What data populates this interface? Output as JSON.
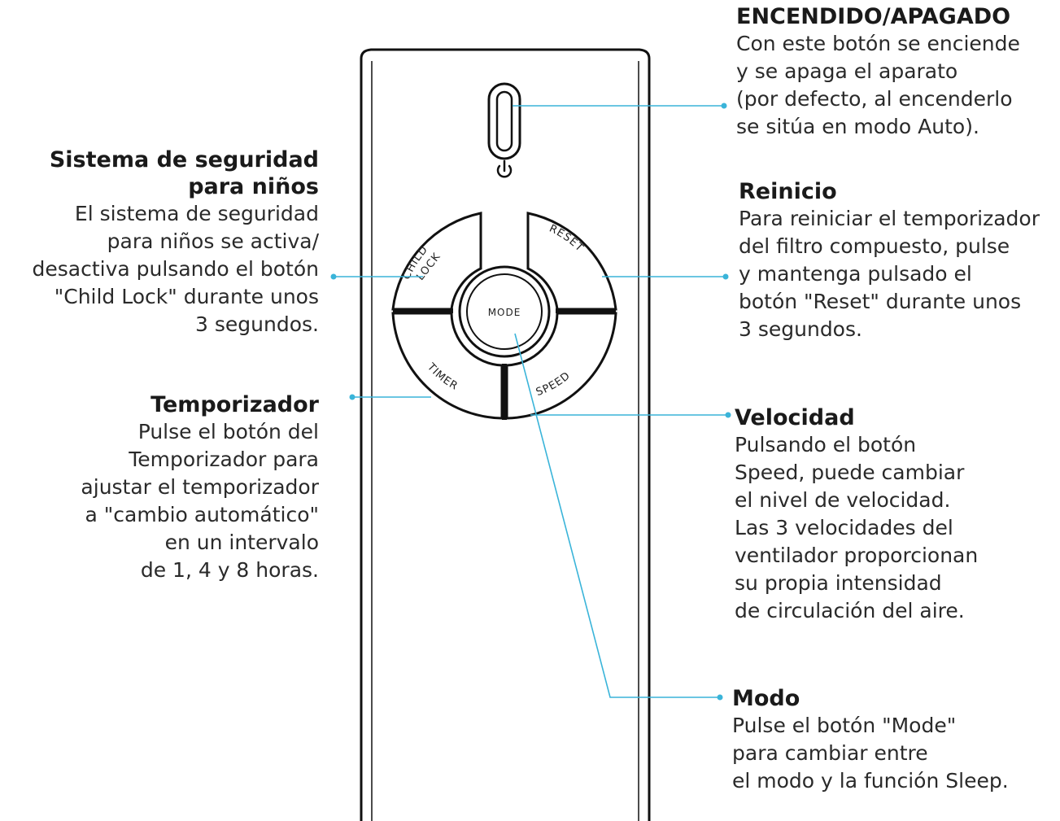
{
  "remote": {
    "buttons": {
      "child_lock_line1": "CHILD",
      "child_lock_line2": "LOCK",
      "reset": "RESET",
      "mode": "MODE",
      "timer": "TIMER",
      "speed": "SPEED"
    },
    "power_icon": "power-icon"
  },
  "callouts": {
    "power": {
      "title": "ENCENDIDO/APAGADO",
      "text": "Con este botón se enciende\ny se apaga el aparato\n(por defecto, al encenderlo\nse sitúa en modo Auto)."
    },
    "child_lock": {
      "title": "Sistema de seguridad\npara niños",
      "text": "El sistema de seguridad\npara niños se activa/\ndesactiva pulsando el botón\n\"Child Lock\" durante unos\n3 segundos."
    },
    "reset": {
      "title": "Reinicio",
      "text": "Para reiniciar el temporizador\ndel filtro compuesto, pulse\ny mantenga pulsado el\nbotón \"Reset\" durante unos\n3 segundos."
    },
    "timer": {
      "title": "Temporizador",
      "text": "Pulse el botón del\nTemporizador para\najustar el temporizador\na \"cambio automático\"\nen un intervalo\nde 1, 4 y 8 horas."
    },
    "speed": {
      "title": "Velocidad",
      "text": "Pulsando el botón\nSpeed, puede cambiar\nel nivel de velocidad.\nLas 3 velocidades del\nventilador proporcionan\nsu propia intensidad\nde circulación del aire."
    },
    "mode": {
      "title": "Modo",
      "text": "Pulse el botón \"Mode\"\npara cambiar entre\nel modo y la función Sleep."
    }
  },
  "colors": {
    "leader_line": "#3ab4d9",
    "remote_outline": "#111111",
    "text": "#1c1c1c"
  }
}
